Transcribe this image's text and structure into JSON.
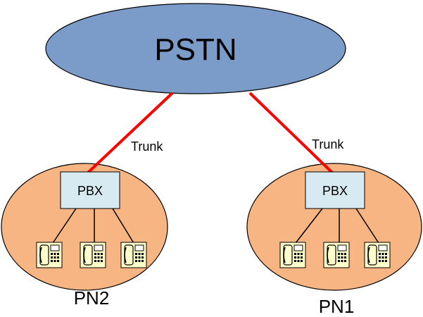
{
  "colors": {
    "cloud_fill": "#7b9bc8",
    "network_fill": "#f7b583",
    "trunk_line": "#ff0000",
    "pbx_fill": "#d7eaf2",
    "phone_fill": "#ffffcc",
    "outline": "#000000"
  },
  "cloud": {
    "label": "PSTN"
  },
  "links": [
    {
      "label": "Trunk"
    },
    {
      "label": "Trunk"
    }
  ],
  "networks": [
    {
      "name": "PN2",
      "pbx_label": "PBX",
      "phone_count": 3,
      "phone_icon": "telephone-icon"
    },
    {
      "name": "PN1",
      "pbx_label": "PBX",
      "phone_count": 3,
      "phone_icon": "telephone-icon"
    }
  ]
}
